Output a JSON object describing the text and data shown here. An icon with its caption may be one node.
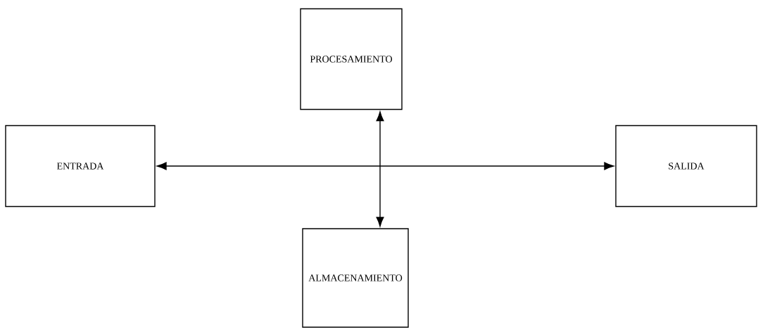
{
  "diagram": {
    "nodes": [
      {
        "text": [
          "PROCESAMIENTO"
        ]
      },
      {
        "text": [
          "ENTRADA"
        ]
      },
      {
        "text": [
          "SALIDA"
        ]
      },
      {
        "text": [
          "ALMACENAMIENTO"
        ]
      }
    ],
    "edges": [
      {
        "from": 1,
        "to": 2,
        "arrow": "both"
      },
      {
        "from": 0,
        "to": 3,
        "arrow": "both"
      }
    ]
  }
}
